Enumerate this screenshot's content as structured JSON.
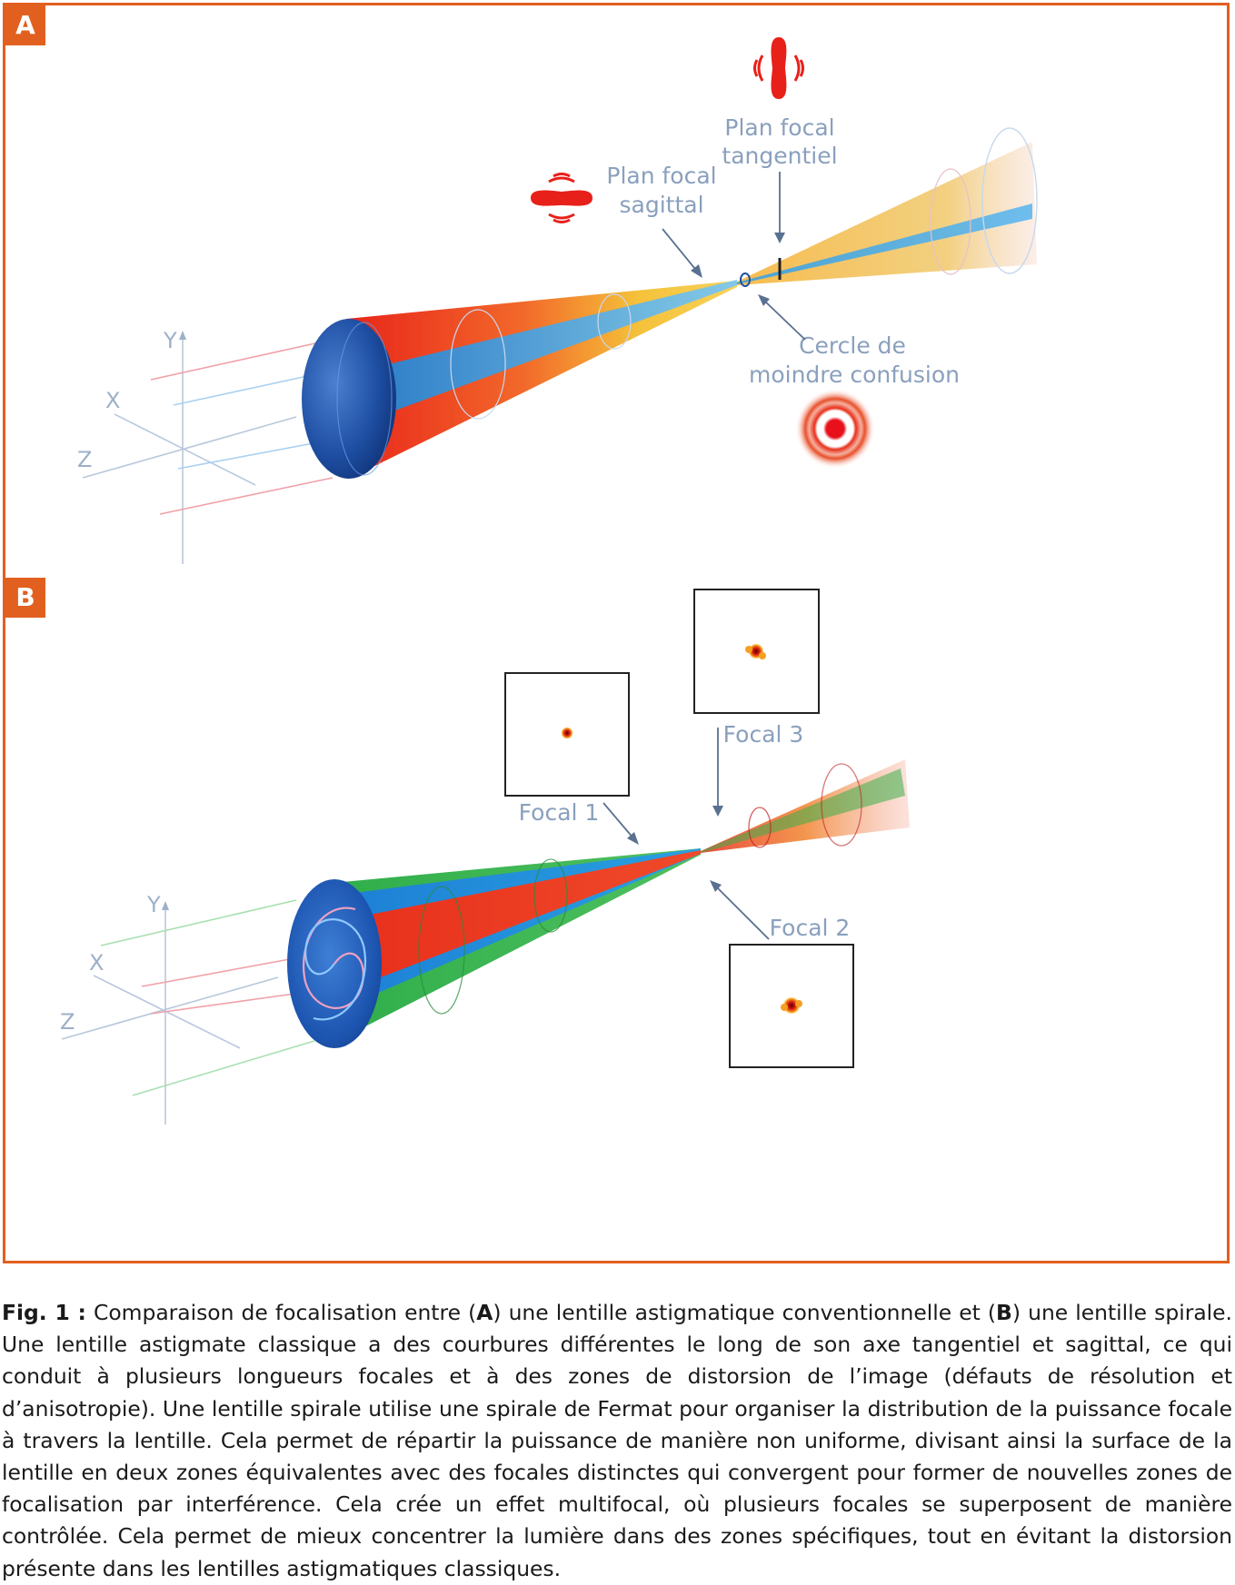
{
  "panels": {
    "a": {
      "badge": "A",
      "sagittal_label": [
        "Plan focal",
        "sagittal"
      ],
      "tangential_label": [
        "Plan focal",
        "tangentiel"
      ],
      "circle_label": [
        "Cercle de",
        "moindre confusion"
      ],
      "axes": {
        "y": "Y",
        "x": "X",
        "z": "Z"
      }
    },
    "b": {
      "badge": "B",
      "focal1": "Focal 1",
      "focal2": "Focal 2",
      "focal3": "Focal 3",
      "axes": {
        "y": "Y",
        "x": "X",
        "z": "Z"
      }
    }
  },
  "colors": {
    "frame": "#e2601f",
    "beam_red": "#e8301c",
    "beam_blue": "#2a8fd8",
    "beam_green": "#2fb84a",
    "beam_yellow": "#f0b82a",
    "lens": "#1e4fa3",
    "label": "#8aa0bd"
  },
  "caption": {
    "lead": "Fig. 1 :",
    "t1": " Comparaison de focalisation entre (",
    "a": "A",
    "t2": ") une lentille astigmatique conventionnelle et (",
    "b": "B",
    "t3": ") une lentille spirale. Une lentille astigmate classique a des courbures différentes le long de son axe tangentiel et sagittal, ce qui conduit à plusieurs longueurs focales et à des zones de distorsion de l’image (défauts de résolution et d’anisotropie). Une lentille spirale utilise une spirale de Fermat pour organiser la distribution de la puissance focale à travers la lentille. Cela permet de répartir la puissance de manière non uniforme, divisant ainsi la surface de la lentille en deux zones équivalentes avec des focales distinctes qui convergent pour former de nouvelles zones de focalisation par interférence. Cela crée un effet multifocal, où plusieurs focales se superposent de manière contrôlée. Cela permet de mieux concentrer la lumière dans des zones spécifiques, tout en évitant la distorsion présente dans les lentilles astigmatiques classiques."
  }
}
